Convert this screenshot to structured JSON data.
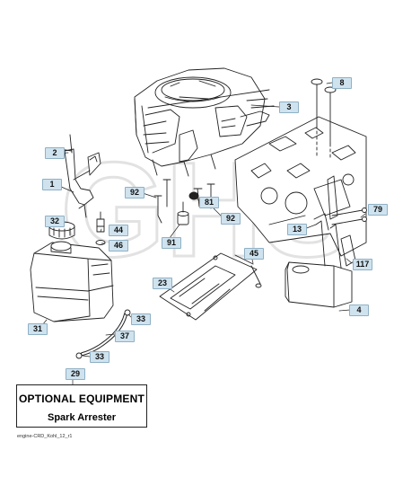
{
  "watermark": "GHS",
  "callouts": {
    "c1": "1",
    "c2": "2",
    "c3": "3",
    "c4": "4",
    "c8": "8",
    "c13": "13",
    "c23": "23",
    "c29": "29",
    "c31": "31",
    "c32": "32",
    "c33a": "33",
    "c33b": "33",
    "c37": "37",
    "c44": "44",
    "c45": "45",
    "c46": "46",
    "c79": "79",
    "c81": "81",
    "c91": "91",
    "c92a": "92",
    "c92b": "92",
    "c117": "117"
  },
  "optional_equipment": {
    "title": "OPTIONAL EQUIPMENT",
    "item": "Spark Arrester"
  },
  "footer_reference": "engine-CRD_Kohl_12_r1",
  "colors": {
    "callout_fill": "#cfe3ef",
    "line": "#222222",
    "watermark": "#e3e3e3"
  }
}
